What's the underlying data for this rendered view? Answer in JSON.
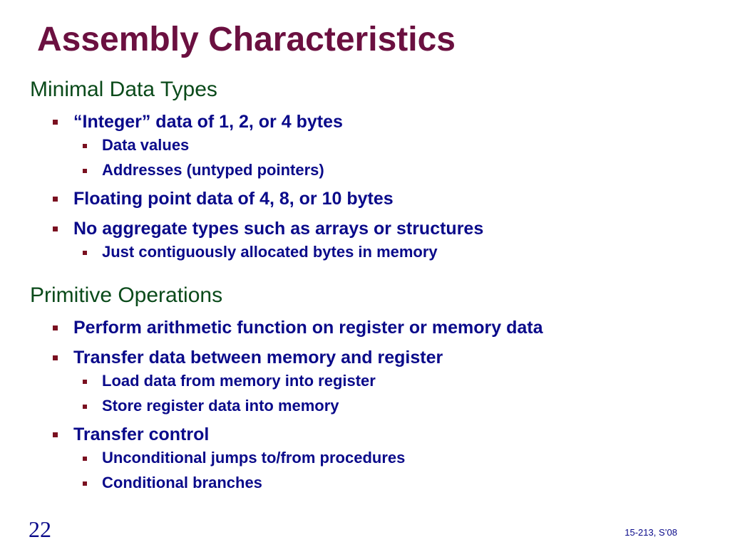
{
  "slide": {
    "title": "Assembly Characteristics",
    "number": "22",
    "footer": "15-213, S’08"
  },
  "sections": [
    {
      "heading": "Minimal Data Types",
      "items": [
        {
          "text": "“Integer” data of 1, 2, or 4 bytes",
          "subitems": [
            "Data values",
            "Addresses (untyped pointers)"
          ]
        },
        {
          "text": "Floating point data of 4, 8, or 10 bytes",
          "subitems": []
        },
        {
          "text": "No aggregate types such as arrays or structures",
          "subitems": [
            "Just contiguously allocated bytes in memory"
          ]
        }
      ]
    },
    {
      "heading": "Primitive Operations",
      "items": [
        {
          "text": "Perform arithmetic function on register or memory data",
          "subitems": []
        },
        {
          "text": "Transfer data between memory and register",
          "subitems": [
            "Load data from memory into register",
            "Store register data into memory"
          ]
        },
        {
          "text": "Transfer control",
          "subitems": [
            "Unconditional jumps to/from procedures",
            "Conditional branches"
          ]
        }
      ]
    }
  ],
  "colors": {
    "title": "#6b1040",
    "heading": "#0a4a1a",
    "body": "#0a0a8a",
    "bullet": "#7a1020"
  }
}
